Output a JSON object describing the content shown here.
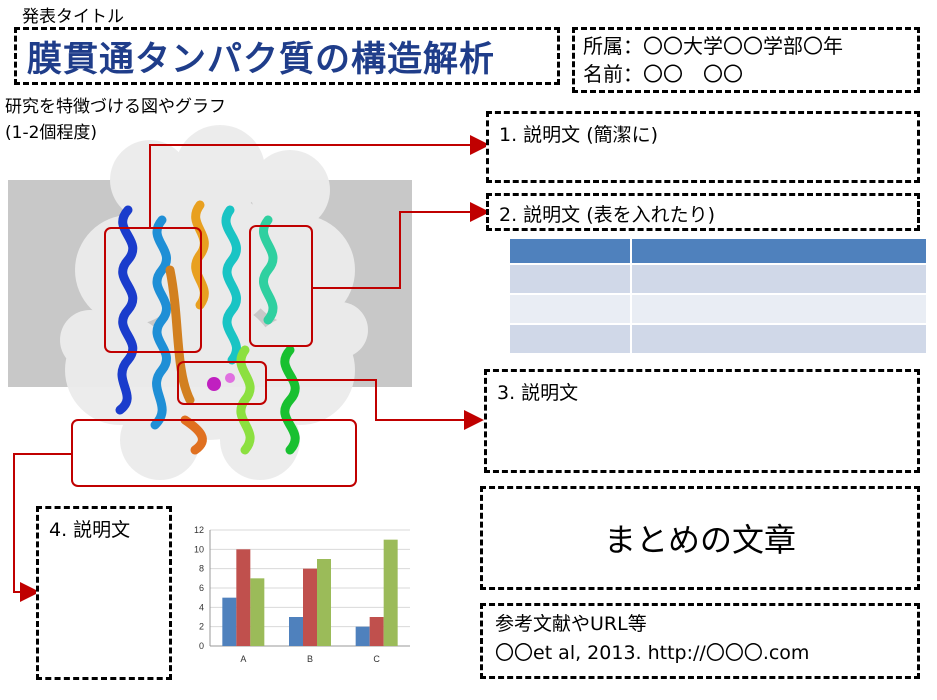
{
  "header": {
    "small_label": "発表タイトル",
    "title": "膜貫通タンパク質の構造解析"
  },
  "affiliation": {
    "line1": "所属：〇〇大学〇〇学部〇年",
    "line2": "名前：〇〇　〇〇"
  },
  "figure_caption": {
    "line1": "研究を特徴づける図やグラフ",
    "line2": "(1-2個程度)"
  },
  "descriptions": [
    {
      "label": "1. 説明文 (簡潔に)"
    },
    {
      "label": "2. 説明文 (表を入れたり)"
    },
    {
      "label": "3. 説明文"
    },
    {
      "label": "4. 説明文"
    }
  ],
  "summary": "まとめの文章",
  "references": {
    "heading": "参考文献やURL等",
    "entry": "〇〇et al, 2013.  http://〇〇〇.com"
  },
  "colors": {
    "title": "#1f3d8a",
    "callout": "#c00000",
    "table_header": "#4f81bd",
    "table_row_a": "#d0d8e8",
    "table_row_b": "#e9edf4",
    "bar_series_1": "#4f81bd",
    "bar_series_2": "#c0504d",
    "bar_series_3": "#9bbb59"
  },
  "chart_data": {
    "type": "bar",
    "categories": [
      "A",
      "B",
      "C"
    ],
    "series": [
      {
        "values": [
          5,
          3,
          2
        ]
      },
      {
        "values": [
          10,
          8,
          3
        ]
      },
      {
        "values": [
          7,
          9,
          11
        ]
      }
    ],
    "ylim": [
      0,
      12
    ],
    "yticks": [
      0,
      2,
      4,
      6,
      8,
      10,
      12
    ],
    "grid": true,
    "legend": "none"
  }
}
